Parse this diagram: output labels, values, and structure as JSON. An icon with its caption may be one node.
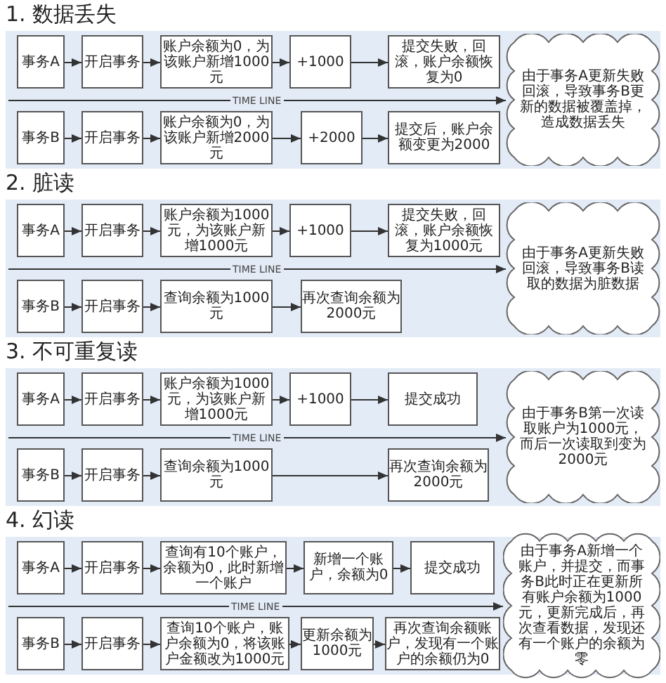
{
  "diagram": {
    "nodes": [
      {
        "text": [
          "1. 数据丢失"
        ]
      },
      {
        "text": [
          "事务A"
        ],
        "in": 0
      },
      {
        "text": [
          "开启事务"
        ],
        "in": 0
      },
      {
        "text": [
          "账户余额为0，为该账户新增1000元"
        ],
        "in": 0
      },
      {
        "text": [
          "+1000"
        ],
        "in": 0
      },
      {
        "text": [
          "提交失败，回滚，账户余额恢复为0"
        ],
        "in": 0
      },
      {
        "text": [
          "事务B"
        ],
        "in": 0
      },
      {
        "text": [
          "开启事务"
        ],
        "in": 0
      },
      {
        "text": [
          "账户余额为0，为该账户新增2000元"
        ],
        "in": 0
      },
      {
        "text": [
          "+2000"
        ],
        "in": 0
      },
      {
        "text": [
          "提交后，账户余额变更为2000"
        ],
        "in": 0
      },
      {
        "text": [
          "由于事务A更新失败回滚，导致事务B更新的数据被覆盖掉，造成数据丢失"
        ],
        "in": 0
      },
      {
        "text": [
          "2. 脏读"
        ]
      },
      {
        "text": [
          "事务A"
        ],
        "in": 12
      },
      {
        "text": [
          "开启事务"
        ],
        "in": 12
      },
      {
        "text": [
          "账户余额为1000元，为该账户新增1000元"
        ],
        "in": 12
      },
      {
        "text": [
          "+1000"
        ],
        "in": 12
      },
      {
        "text": [
          "提交失败，回滚，账户余额恢复为1000元"
        ],
        "in": 12
      },
      {
        "text": [
          "事务B"
        ],
        "in": 12
      },
      {
        "text": [
          "开启事务"
        ],
        "in": 12
      },
      {
        "text": [
          "查询余额为1000元"
        ],
        "in": 12
      },
      {
        "text": [
          "再次查询余额为2000元"
        ],
        "in": 12
      },
      {
        "text": [
          "由于事务A更新失败回滚，导致事务B读取的数据为脏数据"
        ],
        "in": 12
      },
      {
        "text": [
          "3. 不可重复读"
        ]
      },
      {
        "text": [
          "事务A"
        ],
        "in": 23
      },
      {
        "text": [
          "开启事务"
        ],
        "in": 23
      },
      {
        "text": [
          "账户余额为1000元，为该账户新增1000元"
        ],
        "in": 23
      },
      {
        "text": [
          "+1000"
        ],
        "in": 23
      },
      {
        "text": [
          "提交成功"
        ],
        "in": 23
      },
      {
        "text": [
          "事务B"
        ],
        "in": 23
      },
      {
        "text": [
          "开启事务"
        ],
        "in": 23
      },
      {
        "text": [
          "查询余额为1000元"
        ],
        "in": 23
      },
      {
        "text": [
          "再次查询余额为2000元"
        ],
        "in": 23
      },
      {
        "text": [
          "由于事务B第一次读取账户为1000元，而后一次读取到变为2000元"
        ],
        "in": 23
      },
      {
        "text": [
          "4. 幻读"
        ]
      },
      {
        "text": [
          "事务A"
        ],
        "in": 34
      },
      {
        "text": [
          "开启事务"
        ],
        "in": 34
      },
      {
        "text": [
          "查询有10个账户，余额为0，此时新增一个账户"
        ],
        "in": 34
      },
      {
        "text": [
          "新增一个账户，余额为0"
        ],
        "in": 34
      },
      {
        "text": [
          "提交成功"
        ],
        "in": 34
      },
      {
        "text": [
          "事务B"
        ],
        "in": 34
      },
      {
        "text": [
          "开启事务"
        ],
        "in": 34
      },
      {
        "text": [
          "查询10个账户，账户余额为0，将该账户金额改为1000元"
        ],
        "in": 34
      },
      {
        "text": [
          "更新余额为1000元"
        ],
        "in": 34
      },
      {
        "text": [
          "再次查询余额账户，发现有一个账户的余额仍为0"
        ],
        "in": 34
      },
      {
        "text": [
          "由于事务A新增一个账户，并提交，而事务B此时正在更新所有账户余额为1000元，更新完成后，再次查看数据，发现还有一个账户的余额为零"
        ],
        "in": 34
      }
    ],
    "edges": [
      {
        "from": 1,
        "to": 2,
        "arrow": "to"
      },
      {
        "from": 2,
        "to": 3,
        "arrow": "to"
      },
      {
        "from": 3,
        "to": 4,
        "arrow": "to"
      },
      {
        "from": 4,
        "to": 5,
        "arrow": "to"
      },
      {
        "from": 6,
        "to": 7,
        "arrow": "to"
      },
      {
        "from": 7,
        "to": 8,
        "arrow": "to"
      },
      {
        "from": 8,
        "to": 9,
        "arrow": "to"
      },
      {
        "from": 9,
        "to": 10,
        "arrow": "to"
      },
      {
        "from": 13,
        "to": 14,
        "arrow": "to"
      },
      {
        "from": 14,
        "to": 15,
        "arrow": "to"
      },
      {
        "from": 15,
        "to": 16,
        "arrow": "to"
      },
      {
        "from": 16,
        "to": 17,
        "arrow": "to"
      },
      {
        "from": 18,
        "to": 19,
        "arrow": "to"
      },
      {
        "from": 19,
        "to": 20,
        "arrow": "to"
      },
      {
        "from": 20,
        "to": 21,
        "arrow": "to"
      },
      {
        "from": 24,
        "to": 25,
        "arrow": "to"
      },
      {
        "from": 25,
        "to": 26,
        "arrow": "to"
      },
      {
        "from": 26,
        "to": 27,
        "arrow": "to"
      },
      {
        "from": 27,
        "to": 28,
        "arrow": "to"
      },
      {
        "from": 29,
        "to": 30,
        "arrow": "to"
      },
      {
        "from": 30,
        "to": 31,
        "arrow": "to"
      },
      {
        "from": 31,
        "to": 32,
        "arrow": "to"
      },
      {
        "from": 35,
        "to": 36,
        "arrow": "to"
      },
      {
        "from": 36,
        "to": 37,
        "arrow": "to"
      },
      {
        "from": 37,
        "to": 38,
        "arrow": "to"
      },
      {
        "from": 38,
        "to": 39,
        "arrow": "to"
      },
      {
        "from": 40,
        "to": 41,
        "arrow": "to"
      },
      {
        "from": 41,
        "to": 42,
        "arrow": "to"
      },
      {
        "from": 42,
        "to": 43,
        "arrow": "to"
      },
      {
        "from": 43,
        "to": 44,
        "arrow": "to"
      },
      {
        "from": null,
        "to": 11,
        "arrow": "to",
        "label": "TIME LINE"
      },
      {
        "from": null,
        "to": 22,
        "arrow": "to",
        "label": "TIME LINE"
      },
      {
        "from": null,
        "to": 33,
        "arrow": "to",
        "label": "TIME LINE"
      },
      {
        "from": null,
        "to": 45,
        "arrow": "to",
        "label": "TIME LINE"
      }
    ]
  }
}
